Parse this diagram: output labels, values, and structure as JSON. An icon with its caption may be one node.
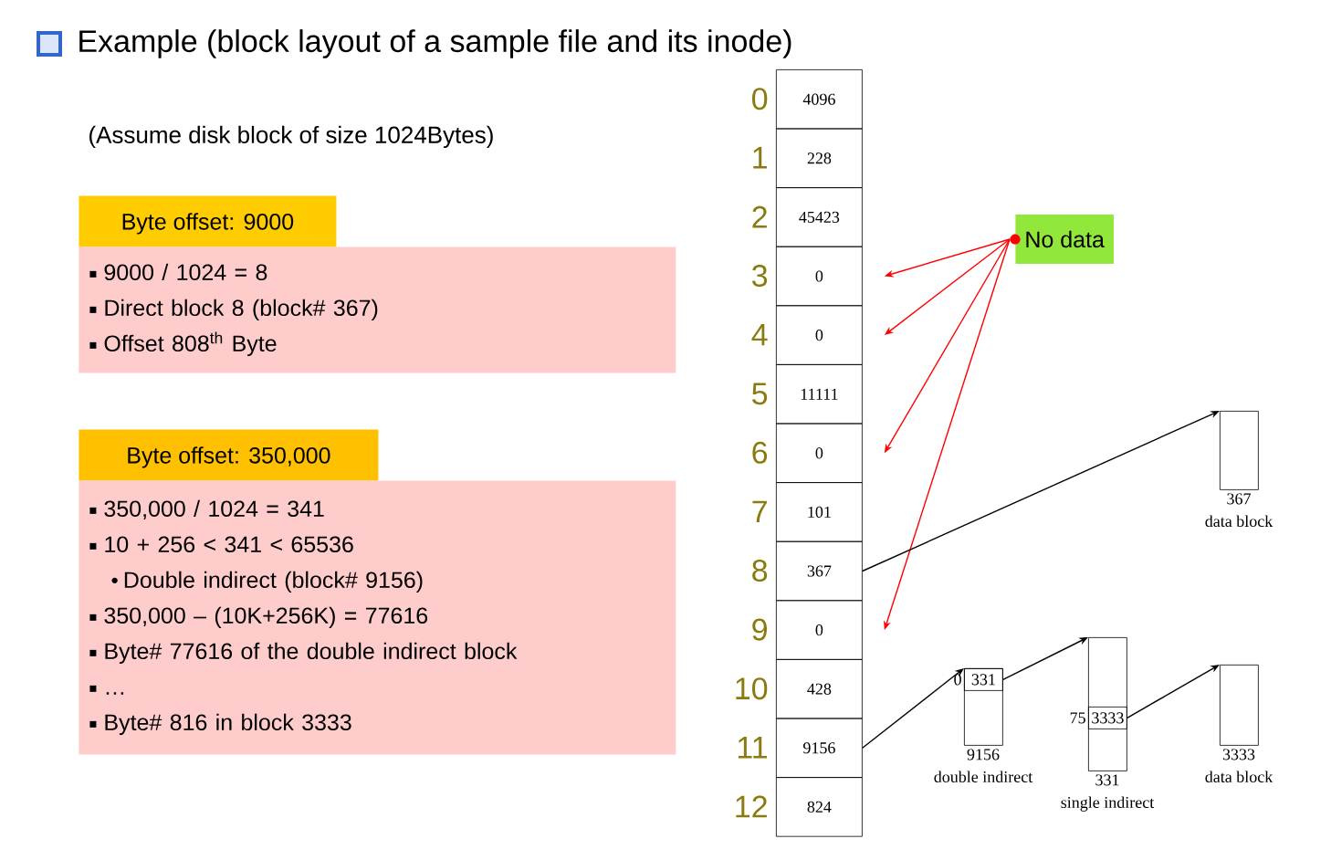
{
  "diagram": {
    "title": "Example (block layout of a sample file and its inode)",
    "nodes": [
      {
        "text": [
          "Byte offset: 9000",
          "9000 / 1024 = 8",
          "Direct block 8 (block# 367)",
          "Offset 808$^{th}$ Byte"
        ]
      },
      {
        "text": [
          "Byte offset: 350,000",
          "350,000 / 1024 = 341",
          "10 + 256 < 341 < 65536",
          "Double indirect (block# 9156)",
          "350,000 – (10K+256K) = 77616",
          "Byte# 77616 of the double indirect block",
          "…",
          "Byte# 816 in block 3333"
        ]
      },
      {
        "text": [
          "4096"
        ],
        "beside": [
          "0"
        ]
      },
      {
        "text": [
          "228"
        ],
        "beside": [
          "1"
        ]
      },
      {
        "text": [
          "45423"
        ],
        "beside": [
          "2"
        ]
      },
      {
        "text": [
          "0"
        ],
        "beside": [
          "3"
        ]
      },
      {
        "text": [
          "0"
        ],
        "beside": [
          "4"
        ]
      },
      {
        "text": [
          "11111"
        ],
        "beside": [
          "5"
        ]
      },
      {
        "text": [
          "0"
        ],
        "beside": [
          "6"
        ]
      },
      {
        "text": [
          "101"
        ],
        "beside": [
          "7"
        ]
      },
      {
        "text": [
          "367"
        ],
        "beside": [
          "8"
        ]
      },
      {
        "text": [
          "0"
        ],
        "beside": [
          "9"
        ]
      },
      {
        "text": [
          "428"
        ],
        "beside": [
          "10"
        ]
      },
      {
        "text": [
          "9156"
        ],
        "beside": [
          "11"
        ]
      },
      {
        "text": [
          "824"
        ],
        "beside": [
          "12"
        ]
      },
      {
        "text": [
          "No data"
        ]
      },
      {
        "text": [],
        "shape": "box",
        "beside": [
          "367",
          "data block"
        ]
      },
      {
        "text": [],
        "shape": "box",
        "beside": [
          "9156",
          "double indirect"
        ]
      },
      {
        "text": [
          "331"
        ],
        "in": 17,
        "beside": [
          "0"
        ]
      },
      {
        "text": [],
        "shape": "box",
        "beside": [
          "331",
          "single indirect"
        ]
      },
      {
        "text": [
          "3333"
        ],
        "in": 19,
        "beside": [
          "75"
        ]
      },
      {
        "text": [],
        "shape": "box",
        "beside": [
          "3333",
          "data block"
        ]
      }
    ],
    "edges": [
      {
        "from": 15,
        "to": 5,
        "arrow": "to",
        "color": "#ff0000"
      },
      {
        "from": 15,
        "to": 6,
        "arrow": "to",
        "color": "#ff0000"
      },
      {
        "from": 15,
        "to": 8,
        "arrow": "to",
        "color": "#ff0000"
      },
      {
        "from": 15,
        "to": 11,
        "arrow": "to",
        "color": "#ff0000"
      },
      {
        "from": 10,
        "to": 16,
        "arrow": "to",
        "color": "#000000"
      },
      {
        "from": 13,
        "to": 17,
        "arrow": "to",
        "color": "#000000"
      },
      {
        "from": 18,
        "to": 19,
        "arrow": "to",
        "color": "#000000"
      },
      {
        "from": 20,
        "to": 21,
        "arrow": "to",
        "color": "#000000"
      }
    ],
    "labels": [
      "(Assume disk block of size 1024Bytes)"
    ]
  }
}
